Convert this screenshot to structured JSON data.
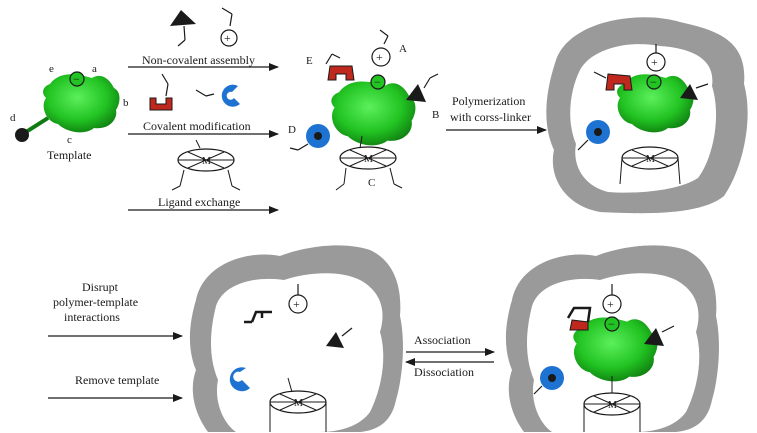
{
  "colors": {
    "template": "#22c322",
    "template_dark": "#0e7a10",
    "polymer": "#9a9a9a",
    "ring": "#1e73d2",
    "block": "#c0281e",
    "line": "#1a1a1a"
  },
  "template": {
    "caption": "Template",
    "site_a": "a",
    "site_b": "b",
    "site_c": "c",
    "site_d": "d",
    "site_e": "e"
  },
  "steps": {
    "noncovalent": "Non-covalent assembly",
    "covalent": "Covalent modification",
    "ligand": "Ligand exchange"
  },
  "complex": {
    "A": "A",
    "B": "B",
    "C": "C",
    "D": "D",
    "E": "E"
  },
  "polymerization": {
    "line1": "Polymerization",
    "line2": "with corss-linker"
  },
  "disrupt": {
    "line1": "Disrupt",
    "line2": "polymer-template",
    "line3": "interactions"
  },
  "remove": "Remove template",
  "association": "Association",
  "dissociation": "Dissociation",
  "charges": {
    "minus": "−",
    "plus": "+"
  }
}
